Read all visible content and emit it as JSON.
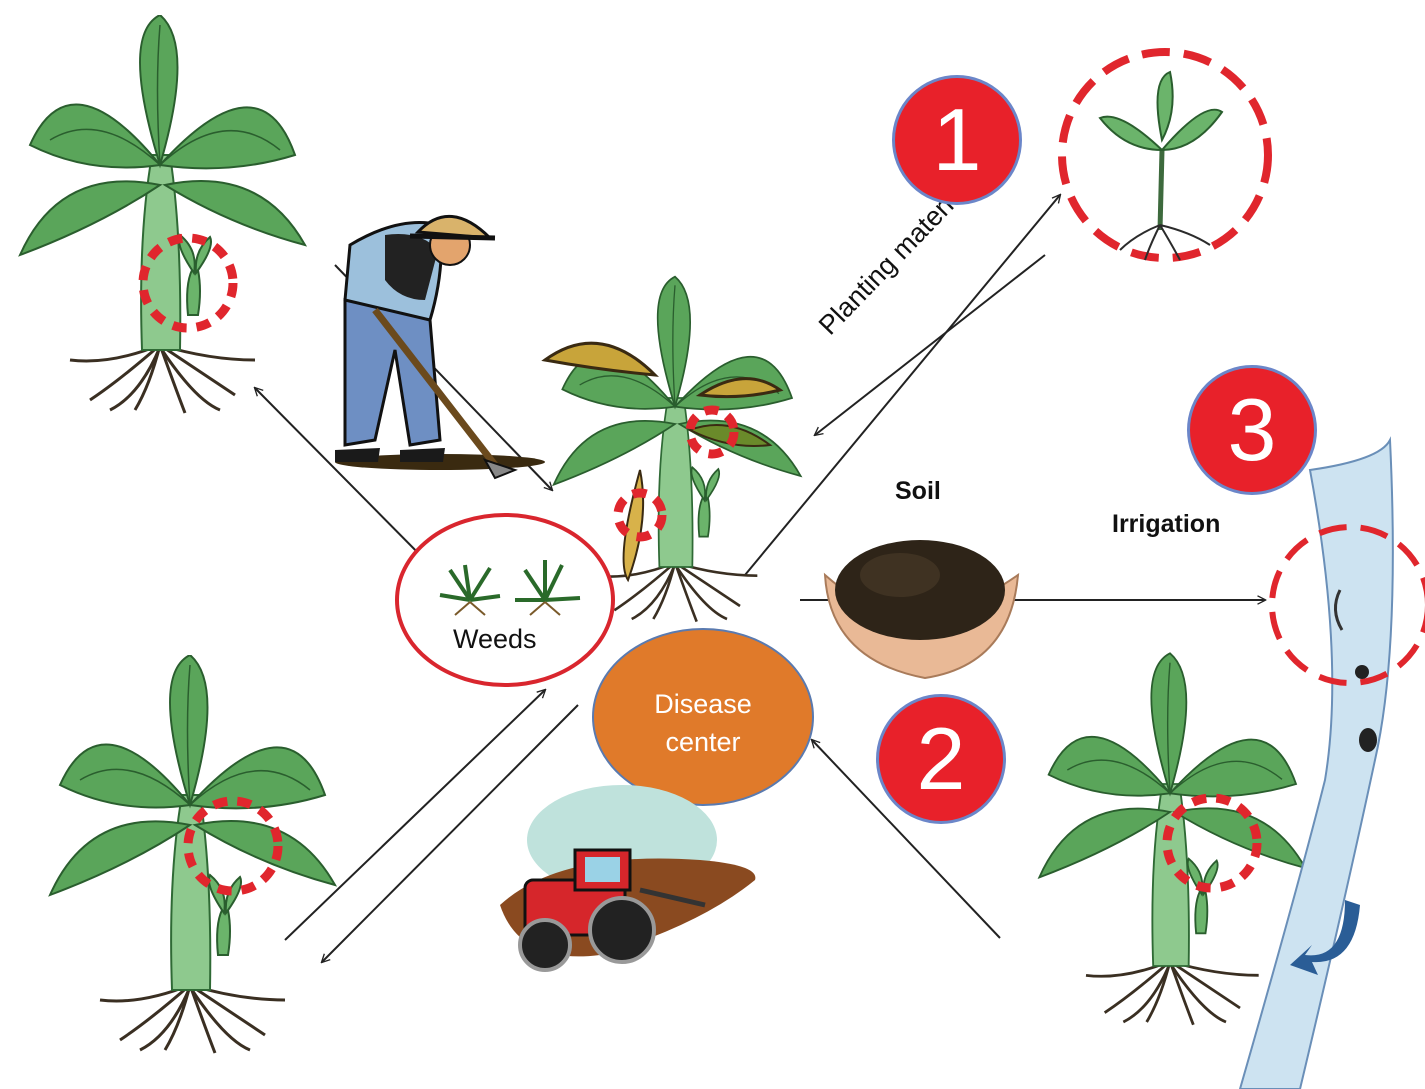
{
  "labels": {
    "planting_material": "Planting material",
    "soil": "Soil",
    "irrigation": "Irrigation",
    "weeds": "Weeds",
    "disease_center": [
      "Disease",
      "center"
    ]
  },
  "badges": [
    "1",
    "2",
    "3"
  ],
  "icons": {
    "plant": "banana-plant-icon",
    "farmer": "farmer-with-hoe-icon",
    "tractor": "tractor-icon",
    "soil": "hands-holding-soil-icon",
    "water": "irrigation-stream-icon",
    "sucker": "planting-material-sucker-icon"
  },
  "colors": {
    "badge": "#e8212a",
    "marker_ring": "#e0262d",
    "disease_center": "#e07a2a",
    "weeds_ring": "#d9262e",
    "leaf": "#5aa55a",
    "stream": "#cde3f1"
  }
}
